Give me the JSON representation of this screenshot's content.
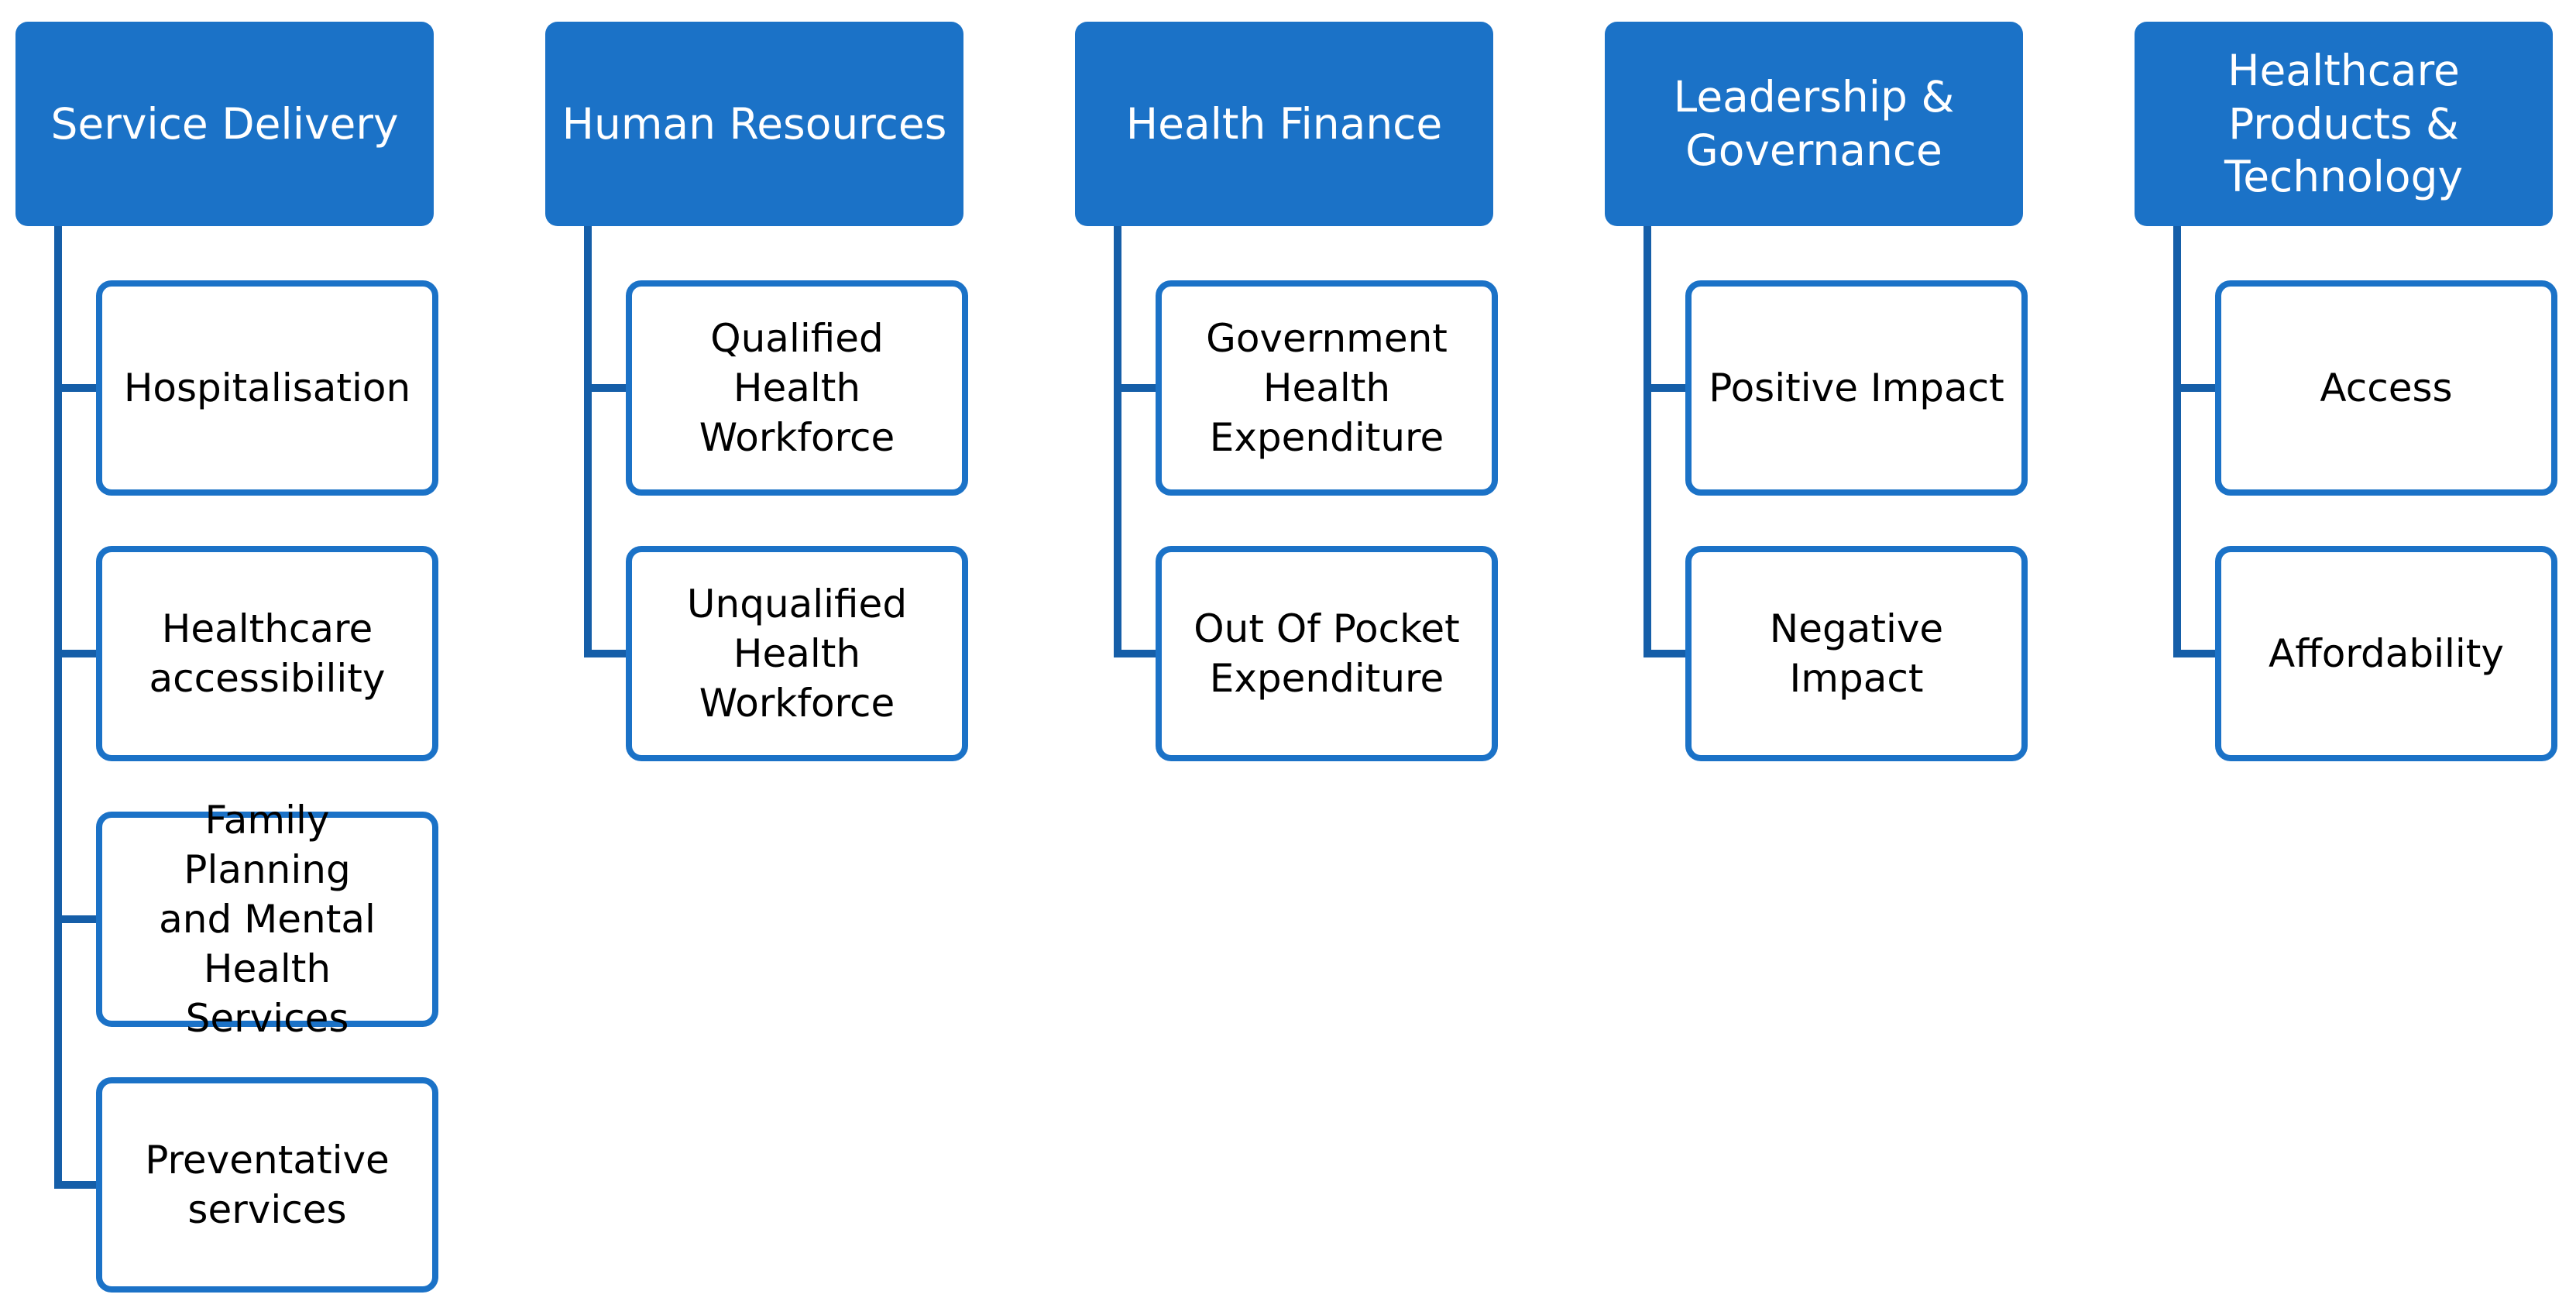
{
  "colors": {
    "header_fill": "#1b72c7",
    "connector": "#155ea8",
    "item_border": "#1b72c7",
    "item_fill": "#ffffff"
  },
  "categories": [
    {
      "title": "Service Delivery",
      "items": [
        "Hospitalisation",
        "Healthcare\naccessibility",
        "Family Planning\nand Mental\nHealth Services",
        "Preventative\nservices"
      ]
    },
    {
      "title": "Human Resources",
      "items": [
        "Qualified Health\nWorkforce",
        "Unqualified\nHealth\nWorkforce"
      ]
    },
    {
      "title": "Health Finance",
      "items": [
        "Government\nHealth\nExpenditure",
        "Out Of Pocket\nExpenditure"
      ]
    },
    {
      "title": "Leadership &\nGovernance",
      "items": [
        "Positive Impact",
        "Negative Impact"
      ]
    },
    {
      "title": "Healthcare\nProducts &\nTechnology",
      "items": [
        "Access",
        "Affordability"
      ]
    }
  ]
}
